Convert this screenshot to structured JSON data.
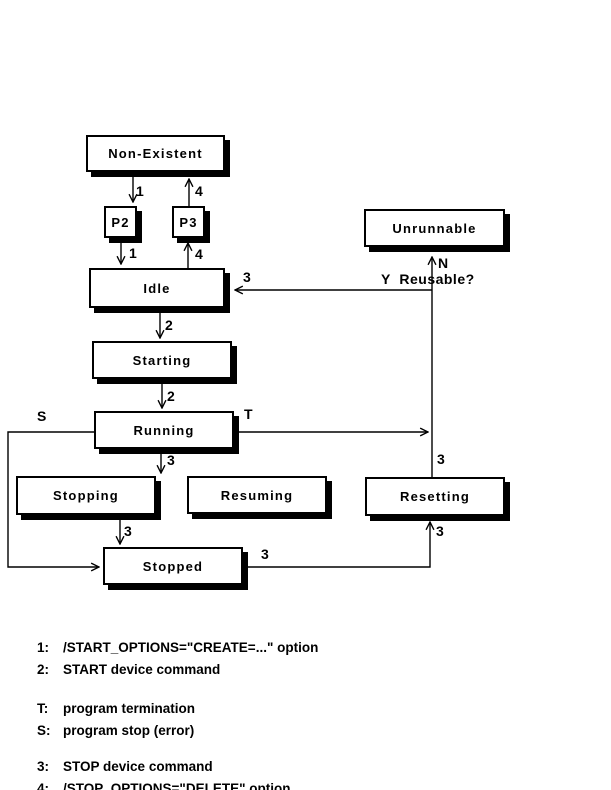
{
  "diagram": {
    "nodes": {
      "non_existent": "Non-Existent",
      "p2": "P2",
      "p3": "P3",
      "idle": "Idle",
      "starting": "Starting",
      "running": "Running",
      "stopping": "Stopping",
      "resuming": "Resuming",
      "resetting": "Resetting",
      "stopped": "Stopped",
      "unrunnable": "Unrunnable"
    },
    "edge_labels": {
      "ne_to_p2": "1",
      "p3_to_ne": "4",
      "p2_to_idle": "1",
      "idle_to_p3": "4",
      "idle_to_starting": "2",
      "starting_to_running": "2",
      "running_to_stopping": "3",
      "stopping_to_stopped": "3",
      "s": "S",
      "t": "T",
      "into_idle": "3",
      "n": "N",
      "reusable": "Y  Reusable?",
      "above_resetting": "3",
      "below_resetting": "3",
      "right_of_stopped": "3"
    },
    "legend": [
      {
        "key": "1:",
        "text": "/START_OPTIONS=\"CREATE=...\" option"
      },
      {
        "key": "2:",
        "text": "START device command"
      },
      {
        "key": "T:",
        "text": "program termination"
      },
      {
        "key": "S:",
        "text": "program stop (error)"
      },
      {
        "key": "3:",
        "text": "STOP device command"
      },
      {
        "key": "4:",
        "text": "/STOP_OPTIONS=\"DELETE\" option"
      }
    ]
  }
}
